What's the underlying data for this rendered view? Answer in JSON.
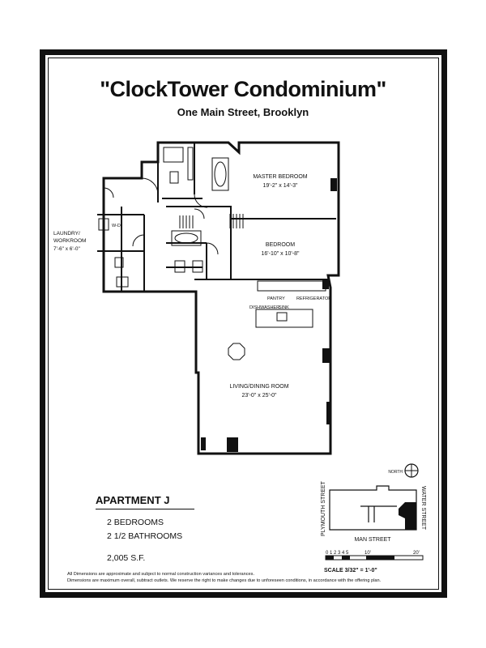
{
  "title": "\"ClockTower Condominium\"",
  "subtitle": "One Main Street, Brooklyn",
  "rooms": {
    "master_bedroom": {
      "name": "MASTER BEDROOM",
      "dims": "19'-2\" x 14'-3\""
    },
    "bedroom": {
      "name": "BEDROOM",
      "dims": "16'-10\" x 10'-8\""
    },
    "laundry": {
      "name_line1": "LAUNDRY/",
      "name_line2": "WORKROOM",
      "dims": "7'-6\" x 6'-0\""
    },
    "living": {
      "name": "LIVING/DINING ROOM",
      "dims": "23'-0\" x 25'-0\""
    }
  },
  "fixtures": {
    "wd": "W-D",
    "pantry": "PANTRY",
    "refrigerator": "REFRIGERATOR",
    "dishwasher": "DISHWASHER",
    "sink": "SINK"
  },
  "apartment": {
    "name": "APARTMENT J",
    "bedrooms": "2 BEDROOMS",
    "bathrooms": "2 1/2 BATHROOMS",
    "area": "2,005 S.F."
  },
  "keyplan": {
    "north": "NORTH",
    "west_street": "PLYMOUTH STREET",
    "east_street": "WATER STREET",
    "south_street": "MAN STREET"
  },
  "scale": {
    "ticks": "0 1 2 3 4 5",
    "mark_10": "10'",
    "mark_20": "20'",
    "label": "SCALE 3/32\" = 1'-0\""
  },
  "notes": {
    "line1": "All Dimensions are approximate and subject to normal construction variances and tolerances.",
    "line2": "Dimensions are maximum overall, subtract outlets.  We reserve the right to make changes due to unforeseen conditions, in accordance with the offering plan."
  }
}
